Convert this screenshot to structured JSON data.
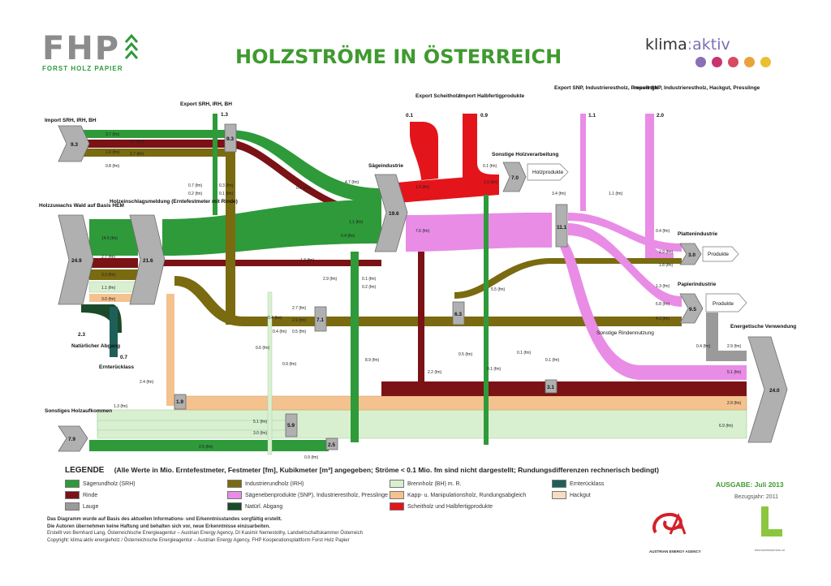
{
  "header": {
    "logo_fhp": "FHP",
    "logo_fhp_sub": "FORST HOLZ PAPIER",
    "title": "HOLZSTRÖME IN ÖSTERREICH",
    "klima_a": "klima",
    "klima_colon": ":",
    "klima_b": "aktiv",
    "dot_colors": [
      "#8a6fb9",
      "#c8336e",
      "#d84a62",
      "#e8a33a",
      "#e9c02f"
    ]
  },
  "diagram": {
    "node_labels": {
      "import_srh": "Import SRH, IRH, BH",
      "export_srh": "Export SRH, IRH, BH",
      "holzzuwachs": "Holzzuwachs Wald auf Basis HEM",
      "holzeinschlag": "Holzeinschlagsmeldung (Ernte­festmeter mit Rinde)",
      "saegeindustrie": "Säge­industrie",
      "export_scheitholz": "Export Scheitholz",
      "import_halbfertig": "Import Halbfertigprodukte",
      "export_snp": "Export SNP, Industrierestholz, Presslinge",
      "import_snp": "Import SNP, Industrierestholz, Hackgut, Presslinge",
      "sonstige_holzverarbeitung": "Sonstige Holzverarbeitung",
      "holzprodukte_1": "Holz­produkte",
      "platten": "Platten­industrie",
      "produkte_platten": "Produkte",
      "papier": "Papier­industrie",
      "produkte_papier": "Produkte",
      "energetisch": "Energetische Verwendung",
      "natuerlicher_abgang": "Natürlicher Abgang",
      "ernteruecklass": "Ernterücklass",
      "sonstiges_holzaufkommen": "Sonstiges Holzaufkommen",
      "sonstige_rindennutzung": "Sonstige Rindennutzung"
    },
    "values": {
      "import_total": "9.3",
      "export_total": "1.3",
      "holzzuwachs_total": "24.9",
      "einschlag_total": "21.6",
      "saege_total": "19.6",
      "export_scheit": "0.1",
      "import_halbfertig": "0.9",
      "export_snp": "1.1",
      "import_snp": "2.0",
      "sonst_verarb": "7.0",
      "snp_hub": "11.1",
      "platten": "3.0",
      "papier": "9.5",
      "energie": "24.0",
      "node_93": "9.3",
      "node_71": "7.1",
      "node_63": "6.3",
      "node_59": "5.9",
      "node_25": "2.5",
      "node_19": "1.9",
      "node_31": "3.1",
      "natuerlich": "2.3",
      "ernteruecklass": "0.7",
      "sonstiges": "7.9"
    },
    "flow_labels": {
      "f_import_saeg": "3.7 (fm)",
      "f_import_ind": "0.7 (fm)",
      "f_import_brenn": "1.0 (fm)",
      "f_import_rinde": "3.7 (fm)",
      "f_import_bot": "0.8 (fm)",
      "f_exp_1": "0.7 (fm)",
      "f_exp_2": "0.2 (fm)",
      "f_exp_3": "0.3 (fm)",
      "f_exp_4": "0.1 (fm)",
      "f_zuw_saeg": "14.6 (fm)",
      "f_zuw_ind": "2.7 (fm)",
      "f_zuw_brenn": "3.3 (fm)",
      "f_zuw_hack": "1.1 (fm)",
      "f_zuw_rinde": "3.0 (fm)",
      "f_saege_in": "1.1 (fm)",
      "f_saege_in2": "0.4 (fm)",
      "f_saege_in3": "0.6 (fm)",
      "f_saege_in4": "4.7 (fm)",
      "f_saege_in5": "1.3 (fm)",
      "f_red_1": "0.1 (fm)",
      "f_red_2": "1.0 (fm)",
      "f_red_3": "1.6 (fm)",
      "f_snp_main": "7.6 (fm)",
      "f_olive_1": "2.7 (fm)",
      "f_olive_2": "0.4 (fm)",
      "f_olive_3": "2.9 (fm)",
      "f_olive_4": "0.4 (fm)",
      "f_olive_5": "0.5 (fm)",
      "f_left_1": "2.4 (fm)",
      "f_left_2": "1.3 (fm)",
      "f_left_3": "0.6 (fm)",
      "f_mid_1": "2.9 (fm)",
      "f_mid_2": "0.2 (fm)",
      "f_mid_3": "0.1 (fm)",
      "f_mid_4": "5.5 (fm)",
      "f_mid_5": "0.5 (fm)",
      "f_mid_6": "0.1 (fm)",
      "f_mid_7": "2.2 (fm)",
      "f_mid_8": "0.9 (fm)",
      "f_mid_9": "8.9 (fm)",
      "f_snp_a": "3.4 (fm)",
      "f_snp_b": "1.1 (fm)",
      "f_snp_c": "0.1 (fm)",
      "f_snp_d": "0.1 (fm)",
      "f_right_1": "0.4 (fm)",
      "f_right_2": "2.9 (fm)",
      "f_right_3": "1.8 (fm)",
      "f_right_4": "1.3 (fm)",
      "f_right_5": "6.8 (fm)",
      "f_right_6": "4.3 (fm)",
      "f_right_7": "0.4 (fm)",
      "f_right_8": "2.9 (fm)",
      "f_right_9": "5.1 (fm)",
      "f_bot_1": "2.9 (fm)",
      "f_bot_2": "6.9 (fm)",
      "f_bot_3": "5.1 (fm)",
      "f_bot_4": "3.0 (fm)",
      "f_bot_5": "2.5 (fm)",
      "f_bot_6": "0.9 (fm)"
    }
  },
  "legend": {
    "title": "LEGENDE",
    "note": "(Alle Werte in Mio. Erntefestmeter, Festmeter [fm], Kubikmeter [m³] angegeben; Ströme < 0.1 Mio. fm sind nicht dargestellt; Rundungsdifferenzen rechnerisch bedingt)",
    "items": [
      {
        "label": "Sägerundholz (SRH)",
        "color": "#2e9a3a"
      },
      {
        "label": "Industrierundholz (IRH)",
        "color": "#7a6a10"
      },
      {
        "label": "Brennholz (BH) m. R.",
        "color": "#d8f0d0"
      },
      {
        "label": "Ernterücklass",
        "color": "#1f5f5a"
      },
      {
        "label": "Rinde",
        "color": "#7a1216"
      },
      {
        "label": "Sägenebenprodukte (SNP), Industrierestholz, Presslinge",
        "color": "#e88ce6"
      },
      {
        "label": "Kapp- u. Manipulationsholz, Rundungsabgleich",
        "color": "#f4c28e"
      },
      {
        "label": "Hackgut",
        "color": "#f6dcc0"
      },
      {
        "label": "Lauge",
        "color": "#9a9a9a"
      },
      {
        "label": "Natürl. Abgang",
        "color": "#1a4a2a"
      },
      {
        "label": "Scheitholz und Halbfertigprodukte",
        "color": "#e3151b"
      }
    ],
    "ausgabe": "AUSGABE: Juli 2013",
    "bezugsjahr": "Bezugsjahr: 2011"
  },
  "footer": {
    "line1": "Das Diagramm wurde auf Basis des aktuellen Informations- und Erkenntnisstandes sorgfältig erstellt.",
    "line2": "Die Autoren übernehmen keine Haftung und behalten sich vor, neue Erkenntnisse einzuarbeiten.",
    "line3": "Erstellt von Bernhard Lang, Österreichische Energieagentur – Austrian Energy Agency, DI Kasimir Nemestothy, Landwirtschaftskammer Österreich",
    "line4": "Copyright: klima:aktiv energieholz / Österreichische Energieagentur – Austrian Energy Agency, FHP Kooperationsplattform Forst Holz Papier",
    "ea_caption": "AUSTRIAN ENERGY AGENCY",
    "lw_caption": "lebensministerium.at"
  }
}
